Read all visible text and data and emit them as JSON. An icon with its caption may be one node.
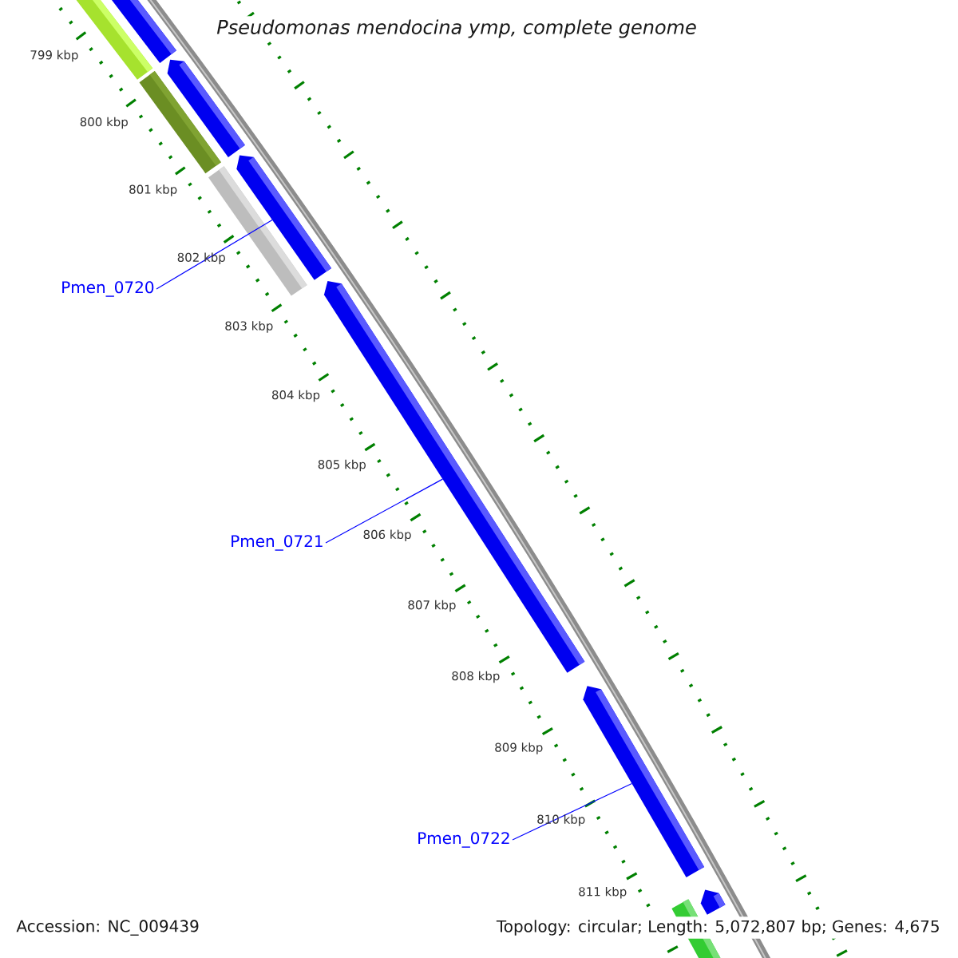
{
  "diagram": {
    "title": "Pseudomonas mendocina ymp, complete genome",
    "nodes": [
      {
        "text": [],
        "shape": "bar"
      },
      {
        "text": [],
        "shape": "bar"
      },
      {
        "text": [],
        "shape": "bar"
      },
      {
        "text": [],
        "shape": "bar"
      },
      {
        "text": [
          "Pmen_0720"
        ]
      },
      {
        "text": [
          "Pmen_0721"
        ]
      },
      {
        "text": [],
        "shape": "bar"
      },
      {
        "text": [
          "Pmen_0722"
        ]
      },
      {
        "text": [],
        "shape": "bar"
      }
    ],
    "edges": [
      {
        "from": 4,
        "to": 2,
        "arrow": "none"
      },
      {
        "from": 5,
        "to": 3,
        "arrow": "none"
      },
      {
        "from": 7,
        "to": 6,
        "arrow": "none"
      }
    ],
    "labels": [
      "799 kbp",
      "800 kbp",
      "801 kbp",
      "802 kbp",
      "803 kbp",
      "804 kbp",
      "805 kbp",
      "806 kbp",
      "807 kbp",
      "808 kbp",
      "809 kbp",
      "810 kbp",
      "811 kbp",
      "Accession: NC_009439",
      "Topology: circular; Length: 5,072,807 bp; Genes: 4,675"
    ]
  }
}
